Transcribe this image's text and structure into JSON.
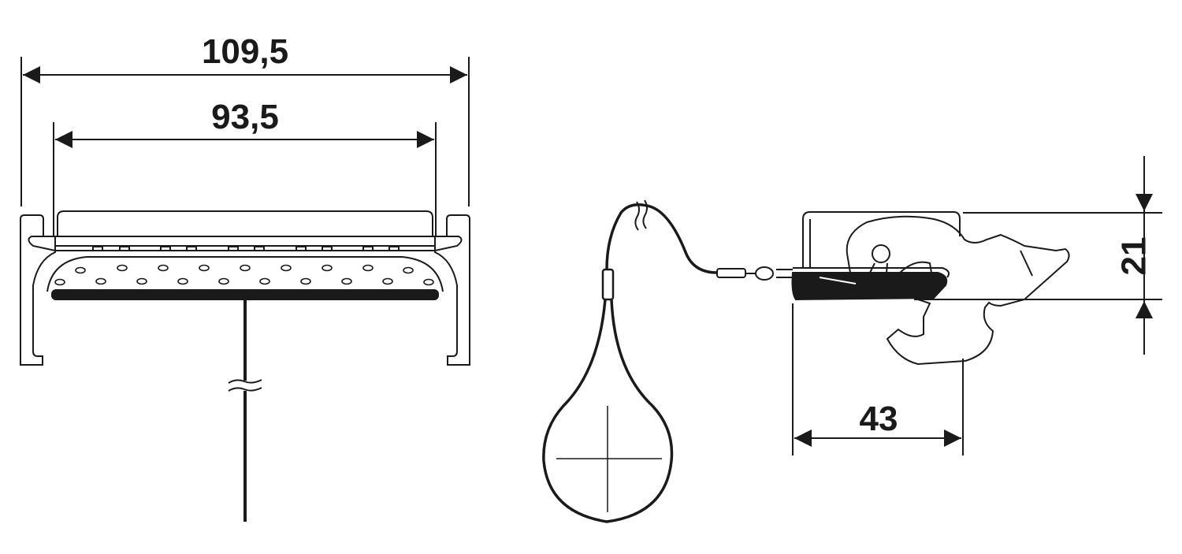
{
  "dimensions": {
    "overall_width": "109,5",
    "inner_width": "93,5",
    "depth": "43",
    "height": "21"
  },
  "colors": {
    "line": "#1a1a1a",
    "background": "#ffffff"
  }
}
